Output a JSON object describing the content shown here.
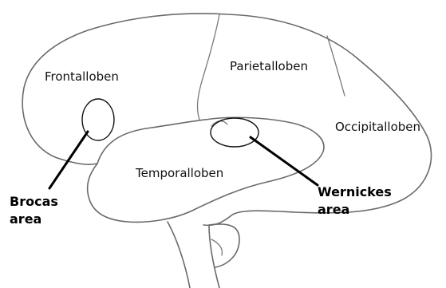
{
  "lobes": {
    "frontal": "Frontalloben",
    "parietal": "Parietalloben",
    "occipital": "Occipitalloben",
    "temporal": "Temporalloben"
  },
  "areas": {
    "broca": {
      "line1": "Brocas",
      "line2": "area"
    },
    "wernicke": {
      "line1": "Wernickes",
      "line2": "area"
    }
  }
}
